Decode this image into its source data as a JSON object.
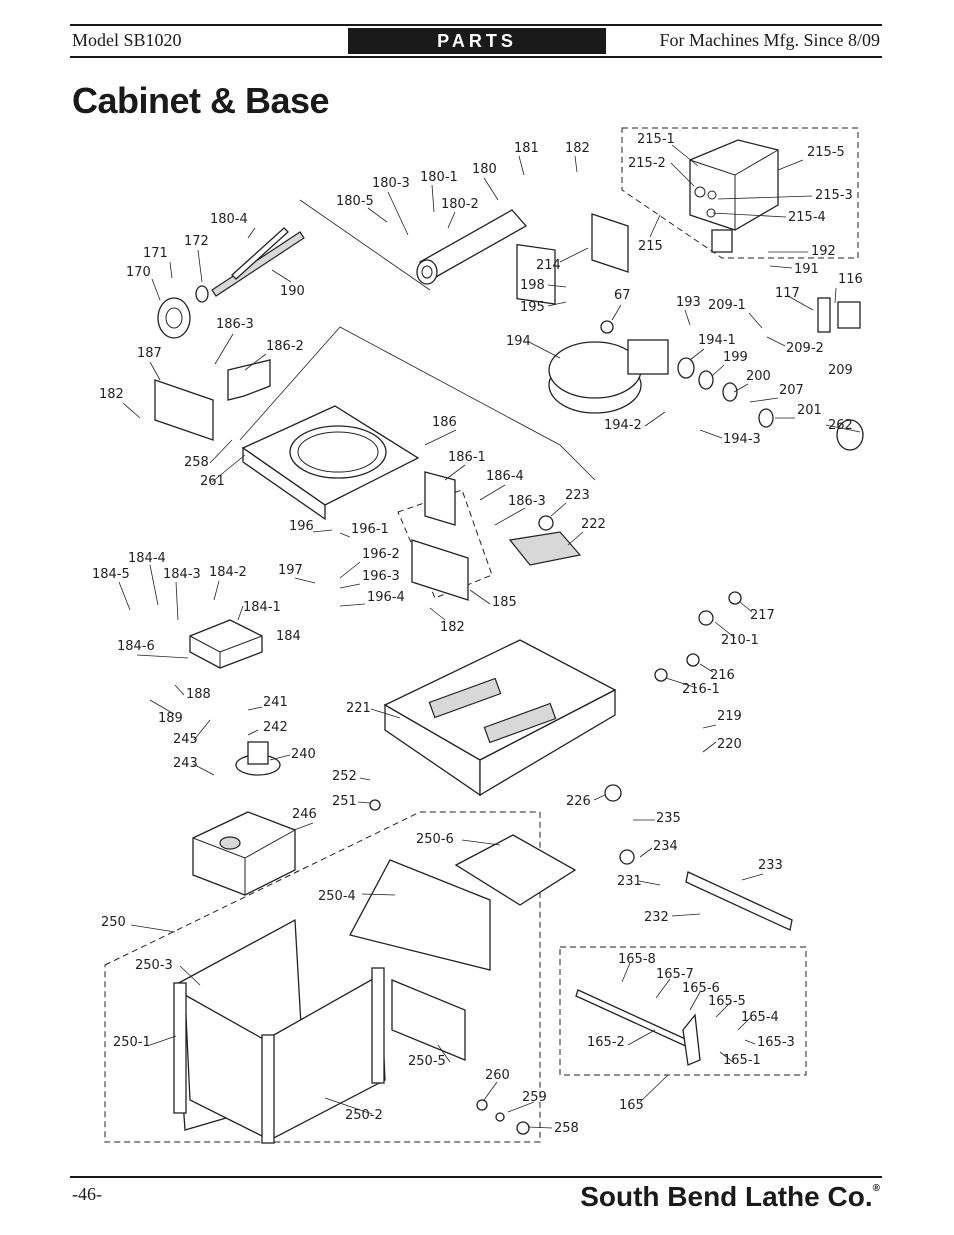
{
  "header": {
    "model": "Model SB1020",
    "section": "PARTS",
    "mfg": "For Machines Mfg. Since 8/09"
  },
  "title": "Cabinet & Base",
  "footer": {
    "page": "-46-",
    "brand": "South Bend Lathe Co",
    "reg": "®"
  },
  "labels": {
    "l181": "181",
    "l182a": "182",
    "l215_1": "215-1",
    "l215_2": "215-2",
    "l215_5": "215-5",
    "l180_1": "180-1",
    "l180": "180",
    "l180_3": "180-3",
    "l180_5": "180-5",
    "l180_2": "180-2",
    "l215_3": "215-3",
    "l215_4": "215-4",
    "l180_4": "180-4",
    "l172": "172",
    "l171": "171",
    "l170": "170",
    "l190": "190",
    "l214": "214",
    "l215": "215",
    "l192": "192",
    "l191": "191",
    "l116": "116",
    "l198": "198",
    "l195": "195",
    "l67": "67",
    "l193": "193",
    "l209_1": "209-1",
    "l117": "117",
    "l209_2": "209-2",
    "l209": "209",
    "l186_3": "186-3",
    "l186_2": "186-2",
    "l187": "187",
    "l194": "194",
    "l194_1": "194-1",
    "l199": "199",
    "l200": "200",
    "l207": "207",
    "l182b": "182",
    "l201": "201",
    "l262": "262",
    "l186": "186",
    "l194_2": "194-2",
    "l194_3": "194-3",
    "l258a": "258",
    "l261": "261",
    "l186_1": "186-1",
    "l186_4": "186-4",
    "l186_3b": "186-3",
    "l223": "223",
    "l222": "222",
    "l196": "196",
    "l196_1": "196-1",
    "l184_4": "184-4",
    "l196_2": "196-2",
    "l184_5": "184-5",
    "l184_3": "184-3",
    "l184_2": "184-2",
    "l197": "197",
    "l196_3": "196-3",
    "l196_4": "196-4",
    "l185": "185",
    "l182c": "182",
    "l184_1": "184-1",
    "l217": "217",
    "l184": "184",
    "l210_1": "210-1",
    "l184_6": "184-6",
    "l216": "216",
    "l216_1": "216-1",
    "l188": "188",
    "l189": "189",
    "l241": "241",
    "l221": "221",
    "l219": "219",
    "l242": "242",
    "l245": "245",
    "l240": "240",
    "l220": "220",
    "l243": "243",
    "l252": "252",
    "l251": "251",
    "l226": "226",
    "l246": "246",
    "l235": "235",
    "l250_6": "250-6",
    "l234": "234",
    "l233": "233",
    "l231": "231",
    "l250_4": "250-4",
    "l232": "232",
    "l250": "250",
    "l250_3": "250-3",
    "l165_8": "165-8",
    "l165_7": "165-7",
    "l165_6": "165-6",
    "l165_5": "165-5",
    "l165_4": "165-4",
    "l250_1": "250-1",
    "l165_2": "165-2",
    "l165_3": "165-3",
    "l165_1": "165-1",
    "l250_5": "250-5",
    "l260": "260",
    "l165": "165",
    "l259": "259",
    "l250_2": "250-2",
    "l258b": "258"
  }
}
